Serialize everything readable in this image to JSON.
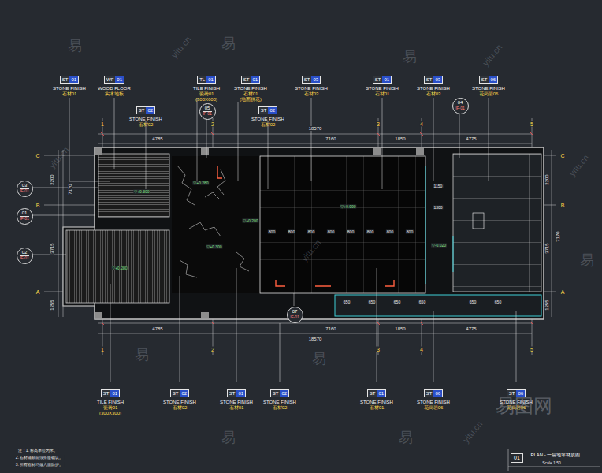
{
  "diagram": {
    "title": "PLAN - 一层地坪材质图",
    "nodes": [
      {
        "text": [
          "ST",
          "01",
          "STONE FINISH",
          "石材01"
        ]
      },
      {
        "text": [
          "WF",
          "01",
          "WOOD FLOOR",
          "实木地板"
        ]
      },
      {
        "text": [
          "TL",
          "01",
          "TILE FINISH",
          "瓷砖01",
          "(300X600)"
        ]
      },
      {
        "text": [
          "ST",
          "01",
          "STONE FINISH",
          "石材01",
          "(地面拼花)"
        ]
      },
      {
        "text": [
          "ST",
          "03",
          "STONE FINISH",
          "石材03"
        ]
      },
      {
        "text": [
          "ST",
          "01",
          "STONE FINISH",
          "石材01"
        ]
      },
      {
        "text": [
          "ST",
          "03",
          "STONE FINISH",
          "石材03"
        ]
      },
      {
        "text": [
          "ST",
          "06",
          "STONE FINISH",
          "花岗岩06"
        ]
      },
      {
        "text": [
          "ST",
          "02",
          "STONE FINISH",
          "石材02"
        ]
      },
      {
        "text": [
          "ST",
          "02",
          "STONE FINISH",
          "石材02"
        ]
      },
      {
        "text": [
          "ST",
          "01",
          "TILE FINISH",
          "瓷砖01",
          "(300X300)"
        ]
      },
      {
        "text": [
          "ST",
          "02",
          "STONE FINISH",
          "石材02"
        ]
      },
      {
        "text": [
          "ST",
          "01",
          "STONE FINISH",
          "石材01"
        ]
      },
      {
        "text": [
          "ST",
          "02",
          "STONE FINISH",
          "石材02"
        ]
      },
      {
        "text": [
          "ST",
          "01",
          "STONE FINISH",
          "石材01"
        ]
      },
      {
        "text": [
          "ST",
          "06",
          "STONE FINISH",
          "花岗岩06"
        ]
      },
      {
        "text": [
          "ST",
          "06",
          "STONE FINISH",
          "花岗岩06"
        ]
      },
      {
        "text": [
          "05",
          "IF-01"
        ]
      },
      {
        "text": [
          "04",
          "IF-01"
        ]
      },
      {
        "text": [
          "03",
          "IF-01"
        ]
      },
      {
        "text": [
          "01",
          "IF-01"
        ]
      },
      {
        "text": [
          "02",
          "IF-01"
        ]
      },
      {
        "text": [
          "07",
          "IF-01"
        ]
      },
      {
        "text": [
          "01"
        ]
      }
    ],
    "labels": [
      "18570",
      "4785",
      "7160",
      "1850",
      "4775",
      "4785",
      "7160",
      "1850",
      "4775",
      "18570",
      "1",
      "2",
      "3",
      "4",
      "5",
      "1",
      "2",
      "3",
      "4",
      "5",
      "C",
      "B",
      "A",
      "C",
      "B",
      "A",
      "2200",
      "3715",
      "1255",
      "7170",
      "2200",
      "3715",
      "1255",
      "7170",
      "▽+0.300",
      "▽+0.280",
      "▽+0.280",
      "▽+0.200",
      "▽+0.300",
      "▽+0.000",
      "▽-0.020",
      "1150",
      "1300",
      "800",
      "800",
      "800",
      "800",
      "800",
      "800",
      "800",
      "800",
      "650",
      "650",
      "650",
      "650",
      "650",
      "650",
      "Scale 1:50",
      "注：1. 标高单位为米。",
      "2. 石材铺贴前须排版确认。",
      "3. 所有石材均做六面防护。",
      "易",
      "易",
      "易",
      "易",
      "易",
      "易",
      "易",
      "易",
      "yitu.cn",
      "yitu.cn",
      "yitu.cn",
      "yitu.cn",
      "yitu.cn",
      "yitu.cn",
      "易图网"
    ]
  }
}
